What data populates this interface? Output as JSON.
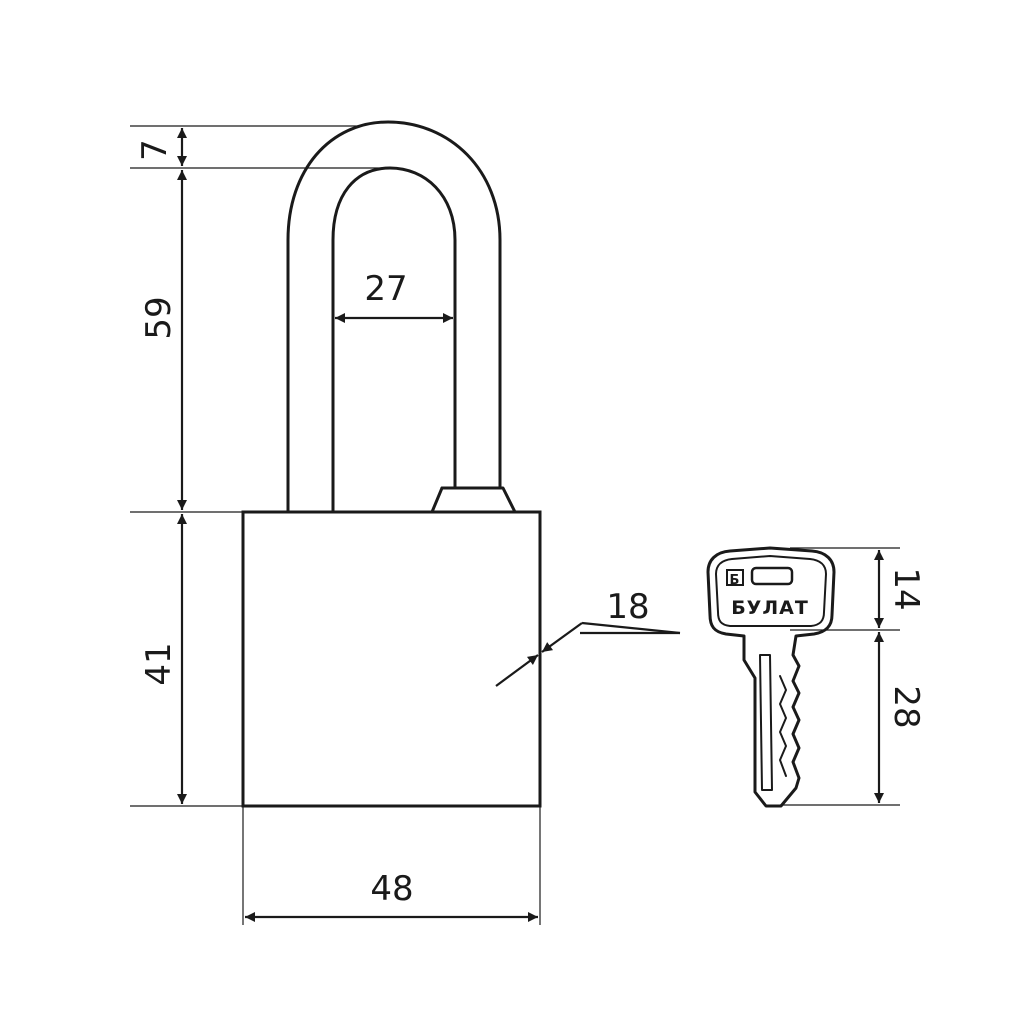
{
  "dimensions": {
    "shackle_thickness": "7",
    "shackle_height": "59",
    "shackle_inner_width": "27",
    "body_height": "41",
    "body_width": "48",
    "body_depth": "18",
    "key_head_height": "14",
    "key_blade_length": "28"
  },
  "key": {
    "brand": "БУЛАТ",
    "logo_glyph": "Б"
  },
  "colors": {
    "line": "#1a1a1a",
    "background": "#ffffff"
  }
}
